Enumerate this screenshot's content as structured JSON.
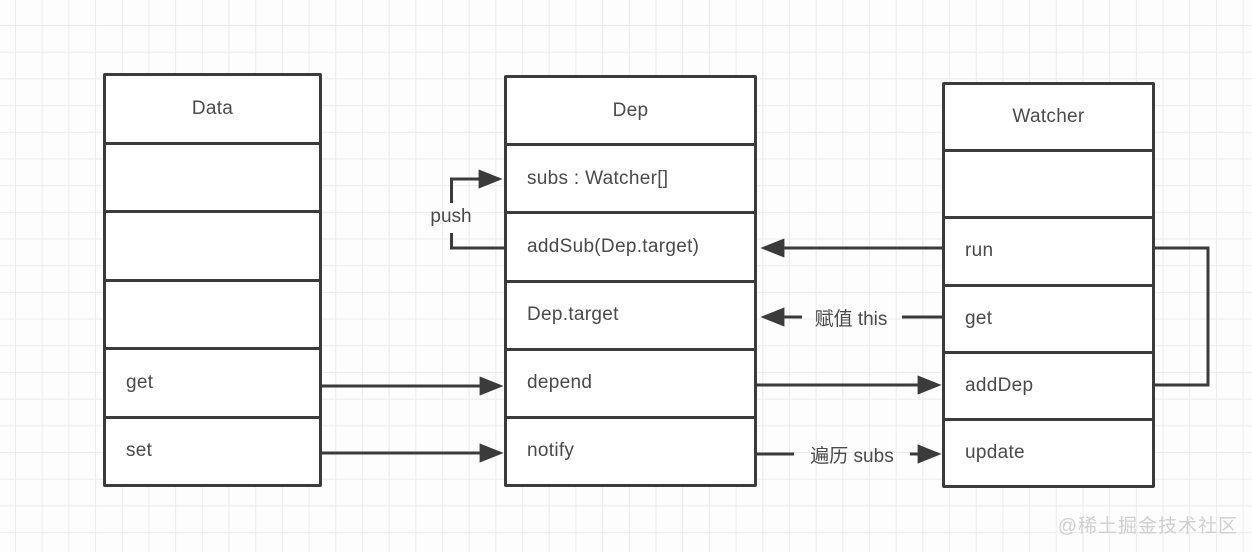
{
  "boxes": [
    {
      "title": "Data",
      "rows": [
        "",
        "",
        "",
        "get",
        "set"
      ]
    },
    {
      "title": "Dep",
      "rows": [
        "subs : Watcher[]",
        "addSub(Dep.target)",
        "Dep.target",
        "depend",
        "notify"
      ]
    },
    {
      "title": "Watcher",
      "rows": [
        "",
        "run",
        "get",
        "addDep",
        "update"
      ]
    }
  ],
  "labels": {
    "push": "push",
    "assign_this": "赋值 this",
    "iterate_subs": "遍历 subs"
  },
  "edges": [
    {
      "from": "Data.get",
      "to": "Dep.depend",
      "label": ""
    },
    {
      "from": "Data.set",
      "to": "Dep.notify",
      "label": ""
    },
    {
      "from": "Dep.addSub",
      "to": "Dep.subs",
      "label": "push"
    },
    {
      "from": "Watcher.run",
      "to": "Dep.addSub",
      "label": ""
    },
    {
      "from": "Watcher.get",
      "to": "Dep.Dep.target",
      "label": "赋值 this"
    },
    {
      "from": "Dep.depend",
      "to": "Watcher.addDep",
      "label": ""
    },
    {
      "from": "Dep.notify",
      "to": "Watcher.update",
      "label": "遍历 subs"
    },
    {
      "from": "Watcher.addDep",
      "to": "Watcher.run",
      "label": ""
    }
  ],
  "watermark": "@稀土掘金技术社区",
  "colors": {
    "line": "#3b3b3b",
    "text": "#4a4a4a",
    "grid": "#ececec",
    "background": "#ffffff",
    "watermark": "#d0d0d0"
  }
}
